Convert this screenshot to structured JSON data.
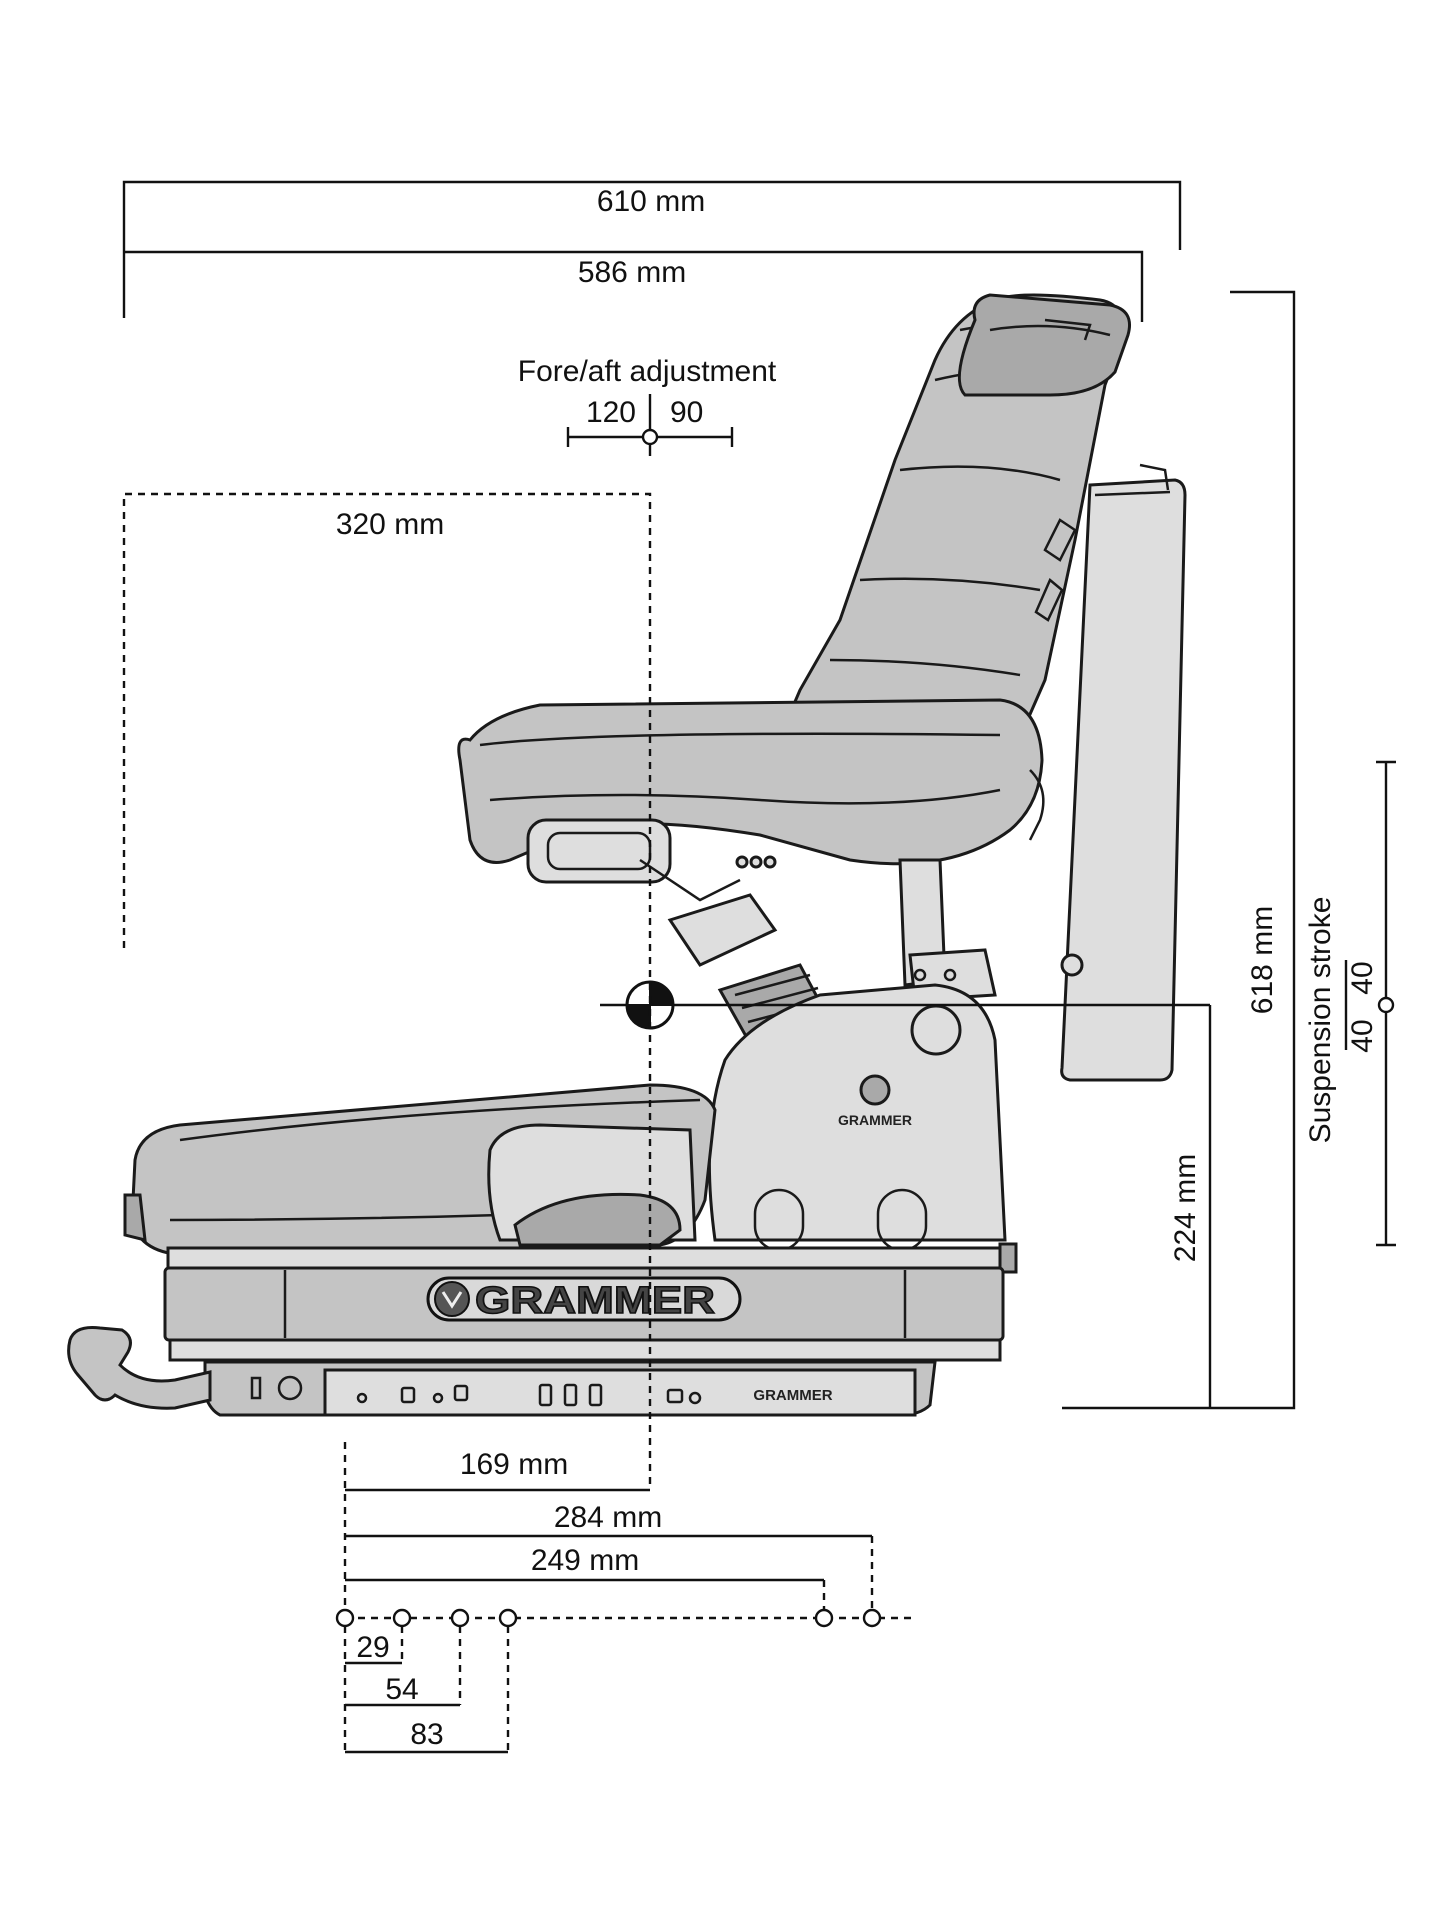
{
  "dimensions": {
    "overall_width": "610 mm",
    "seat_width": "586 mm",
    "fore_aft_title": "Fore/aft adjustment",
    "fore_aft_front": "120",
    "fore_aft_rear": "90",
    "seat_reference": "320 mm",
    "overall_height": "618 mm",
    "suspension_stroke_title": "Suspension stroke",
    "suspension_up": "40",
    "suspension_down": "40",
    "sip_height": "224 mm",
    "mount_169": "169 mm",
    "mount_284": "284 mm",
    "mount_249": "249 mm",
    "hole_29": "29",
    "hole_54": "54",
    "hole_83": "83"
  },
  "branding": {
    "base_logo": "GRAMMER",
    "side_logo": "GRAMMER",
    "bottom_logo": "GRAMMER"
  }
}
